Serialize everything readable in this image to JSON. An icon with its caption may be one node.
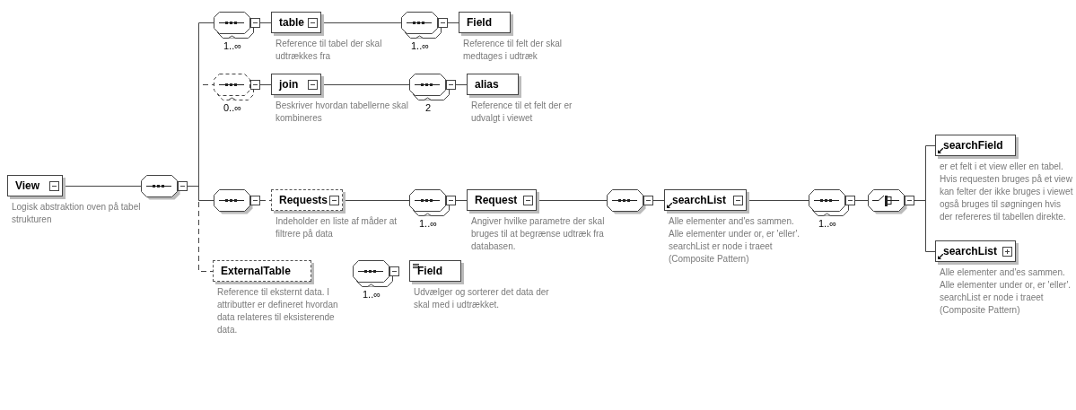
{
  "diagram": {
    "nodes": [
      {
        "text": [
          "View"
        ],
        "beside": [
          "Logisk abstraktion oven på tabel strukturen"
        ]
      },
      {
        "text": [],
        "shape": "octagon"
      },
      {
        "text": [],
        "shape": "octagon",
        "beside": [
          "1..∞"
        ]
      },
      {
        "text": [
          "table"
        ],
        "beside": [
          "Reference til tabel der skal udtrækkes fra"
        ]
      },
      {
        "text": [],
        "shape": "octagon",
        "beside": [
          "1..∞"
        ]
      },
      {
        "text": [
          "Field"
        ],
        "beside": [
          "Reference til felt der skal medtages i udtræk"
        ]
      },
      {
        "text": [],
        "shape": "octagon",
        "beside": [
          "0..∞"
        ]
      },
      {
        "text": [
          "join"
        ],
        "beside": [
          "Beskriver hvordan tabellerne skal kombineres"
        ]
      },
      {
        "text": [],
        "shape": "octagon",
        "beside": [
          "2"
        ]
      },
      {
        "text": [
          "alias"
        ],
        "beside": [
          "Reference til et felt der er udvalgt i viewet"
        ]
      },
      {
        "text": [],
        "shape": "octagon"
      },
      {
        "text": [
          "Requests"
        ],
        "beside": [
          "Indeholder en liste af måder at filtrere på data"
        ]
      },
      {
        "text": [],
        "shape": "octagon",
        "beside": [
          "1..∞"
        ]
      },
      {
        "text": [
          "Request"
        ],
        "beside": [
          "Angiver hvilke parametre der skal bruges til at begrænse udtræk fra databasen."
        ]
      },
      {
        "text": [],
        "shape": "octagon"
      },
      {
        "text": [
          "searchList"
        ],
        "beside": [
          "Alle elementer and'es sammen. Alle elementer under or, er 'eller'. searchList er node i traeet (Composite Pattern)"
        ]
      },
      {
        "text": [],
        "shape": "octagon",
        "beside": [
          "1..∞"
        ]
      },
      {
        "text": [],
        "shape": "octagon"
      },
      {
        "text": [
          "searchField"
        ],
        "beside": [
          "er et felt i et view eller en tabel. Hvis requesten bruges på et view kan felter der ikke bruges i viewet også bruges til søgningen hvis der refereres til tabellen direkte."
        ]
      },
      {
        "text": [
          "searchList"
        ],
        "beside": [
          "Alle elementer and'es sammen. Alle elementer under or, er 'eller'. searchList er node i traeet (Composite Pattern)"
        ]
      },
      {
        "text": [
          "ExternalTable"
        ],
        "beside": [
          "Reference til eksternt data. I attributter er defineret hvordan data relateres til eksisterende data."
        ]
      },
      {
        "text": [],
        "shape": "octagon",
        "beside": [
          "1..∞"
        ]
      },
      {
        "text": [
          "Field"
        ],
        "beside": [
          "Udvælger og sorterer det data der skal med i udtrækket."
        ]
      }
    ],
    "edges": [
      {
        "from": 0,
        "to": 1,
        "arrow": "none"
      },
      {
        "from": 1,
        "to": 2,
        "arrow": "none"
      },
      {
        "from": 1,
        "to": 6,
        "arrow": "none",
        "style": "dashed"
      },
      {
        "from": 1,
        "to": 10,
        "arrow": "none"
      },
      {
        "from": 1,
        "to": 20,
        "arrow": "none",
        "style": "dashed"
      },
      {
        "from": 2,
        "to": 3,
        "arrow": "none"
      },
      {
        "from": 3,
        "to": 4,
        "arrow": "none"
      },
      {
        "from": 4,
        "to": 5,
        "arrow": "none"
      },
      {
        "from": 6,
        "to": 7,
        "arrow": "none"
      },
      {
        "from": 7,
        "to": 8,
        "arrow": "none"
      },
      {
        "from": 8,
        "to": 9,
        "arrow": "none"
      },
      {
        "from": 10,
        "to": 11,
        "arrow": "none",
        "style": "dashed"
      },
      {
        "from": 11,
        "to": 12,
        "arrow": "none"
      },
      {
        "from": 12,
        "to": 13,
        "arrow": "none"
      },
      {
        "from": 13,
        "to": 14,
        "arrow": "none"
      },
      {
        "from": 14,
        "to": 15,
        "arrow": "none"
      },
      {
        "from": 15,
        "to": 16,
        "arrow": "none"
      },
      {
        "from": 16,
        "to": 17,
        "arrow": "none"
      },
      {
        "from": 17,
        "to": 18,
        "arrow": "none"
      },
      {
        "from": 17,
        "to": 19,
        "arrow": "none"
      }
    ]
  }
}
